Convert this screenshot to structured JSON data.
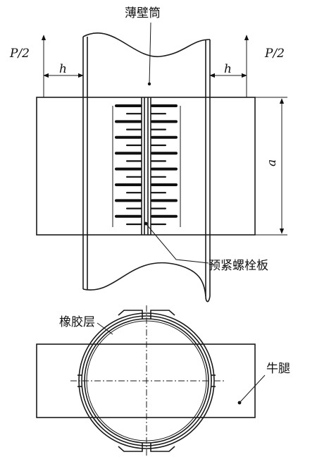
{
  "labels": {
    "thin_tube": "薄壁筒",
    "load_left": "P/2",
    "load_right": "P/2",
    "offset_left": "h",
    "offset_right": "h",
    "height": "a",
    "preload_bolt_plate": "预紧螺栓板",
    "rubber_layer": "橡胶层",
    "corbel": "牛腿"
  },
  "icons": {
    "arrow": "arrow-head-icon"
  },
  "colors": {
    "line": "#1a1a1a",
    "background": "#ffffff"
  }
}
